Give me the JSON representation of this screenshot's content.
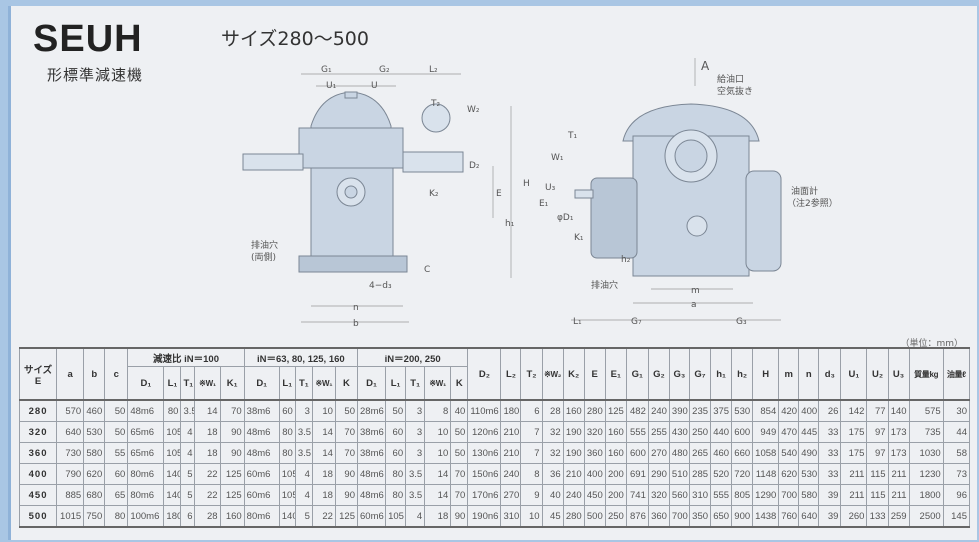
{
  "header": {
    "title": "SEUH",
    "subtitle": "形標準減速機",
    "size_range": "サイズ280～500",
    "unit": "（単位：mm）"
  },
  "drawing_front": {
    "labels": {
      "g1": "G₁",
      "g2": "G₂",
      "l2": "L₂",
      "u1": "U₁",
      "u": "U",
      "t2": "T₂",
      "w2": "W₂",
      "d2": "D₂",
      "k2": "K₂",
      "e": "E",
      "h1": "h₁",
      "h": "H",
      "c": "C",
      "d3": "4−d₃",
      "n": "n",
      "b": "b",
      "drain": "排油穴",
      "drain2": "(両側)"
    }
  },
  "drawing_side": {
    "labels": {
      "a_arrow": "A",
      "oil_inlet": "給油口",
      "air_vent": "空気抜き",
      "t1": "T₁",
      "w1": "W₁",
      "u3": "U₃",
      "e1": "E₁",
      "d1": "φD₁",
      "k1": "K₁",
      "h2": "h₂",
      "gauge": "油面計",
      "gauge_note": "（注2参照）",
      "drain": "排油穴",
      "m": "m",
      "a": "a",
      "l1": "L₁",
      "g_left": "G₇",
      "g3": "G₃"
    }
  },
  "table": {
    "group_headers": {
      "size": "サイズ\nE",
      "ratio100": "減速比 iN＝100",
      "ratio63": "iN＝63, 80, 125, 160",
      "ratio200": "iN＝200, 250"
    },
    "columns": [
      "a",
      "b",
      "c",
      "D₁",
      "L₁",
      "T₁",
      "※W₁",
      "K₁",
      "D₁",
      "L₁",
      "T₁",
      "※W₁",
      "K",
      "D₁",
      "L₁",
      "T₁",
      "※W₁",
      "K",
      "D₂",
      "L₂",
      "T₂",
      "※W₂",
      "K₂",
      "E",
      "E₁",
      "G₁",
      "G₂",
      "G₃",
      "G₇",
      "h₁",
      "h₂",
      "H",
      "m",
      "n",
      "d₃",
      "U₁",
      "U₂",
      "U₃",
      "質量kg",
      "油量ℓ"
    ],
    "rows": [
      [
        "280",
        "570",
        "460",
        "50",
        "48m6",
        "80",
        "3.5",
        "14",
        "70",
        "38m6",
        "60",
        "3",
        "10",
        "50",
        "28m6",
        "50",
        "3",
        "8",
        "40",
        "110m6",
        "180",
        "6",
        "28",
        "160",
        "280",
        "125",
        "482",
        "240",
        "390",
        "235",
        "375",
        "530",
        "854",
        "420",
        "400",
        "26",
        "142",
        "77",
        "140",
        "575",
        "30"
      ],
      [
        "320",
        "640",
        "530",
        "50",
        "65m6",
        "105",
        "4",
        "18",
        "90",
        "48m6",
        "80",
        "3.5",
        "14",
        "70",
        "38m6",
        "60",
        "3",
        "10",
        "50",
        "120n6",
        "210",
        "7",
        "32",
        "190",
        "320",
        "160",
        "555",
        "255",
        "430",
        "250",
        "440",
        "600",
        "949",
        "470",
        "445",
        "33",
        "175",
        "97",
        "173",
        "735",
        "44"
      ],
      [
        "360",
        "730",
        "580",
        "55",
        "65m6",
        "105",
        "4",
        "18",
        "90",
        "48m6",
        "80",
        "3.5",
        "14",
        "70",
        "38m6",
        "60",
        "3",
        "10",
        "50",
        "130n6",
        "210",
        "7",
        "32",
        "190",
        "360",
        "160",
        "600",
        "270",
        "480",
        "265",
        "460",
        "660",
        "1058",
        "540",
        "490",
        "33",
        "175",
        "97",
        "173",
        "1030",
        "58"
      ],
      [
        "400",
        "790",
        "620",
        "60",
        "80m6",
        "140",
        "5",
        "22",
        "125",
        "60m6",
        "105",
        "4",
        "18",
        "90",
        "48m6",
        "80",
        "3.5",
        "14",
        "70",
        "150n6",
        "240",
        "8",
        "36",
        "210",
        "400",
        "200",
        "691",
        "290",
        "510",
        "285",
        "520",
        "720",
        "1148",
        "620",
        "530",
        "33",
        "211",
        "115",
        "211",
        "1230",
        "73"
      ],
      [
        "450",
        "885",
        "680",
        "65",
        "80m6",
        "140",
        "5",
        "22",
        "125",
        "60m6",
        "105",
        "4",
        "18",
        "90",
        "48m6",
        "80",
        "3.5",
        "14",
        "70",
        "170n6",
        "270",
        "9",
        "40",
        "240",
        "450",
        "200",
        "741",
        "320",
        "560",
        "310",
        "555",
        "805",
        "1290",
        "700",
        "580",
        "39",
        "211",
        "115",
        "211",
        "1800",
        "96"
      ],
      [
        "500",
        "1015",
        "750",
        "80",
        "100m6",
        "180",
        "6",
        "28",
        "160",
        "80m6",
        "140",
        "5",
        "22",
        "125",
        "60m6",
        "105",
        "4",
        "18",
        "90",
        "190n6",
        "310",
        "10",
        "45",
        "280",
        "500",
        "250",
        "876",
        "360",
        "700",
        "350",
        "650",
        "900",
        "1438",
        "760",
        "640",
        "39",
        "260",
        "133",
        "259",
        "2500",
        "145"
      ]
    ]
  }
}
